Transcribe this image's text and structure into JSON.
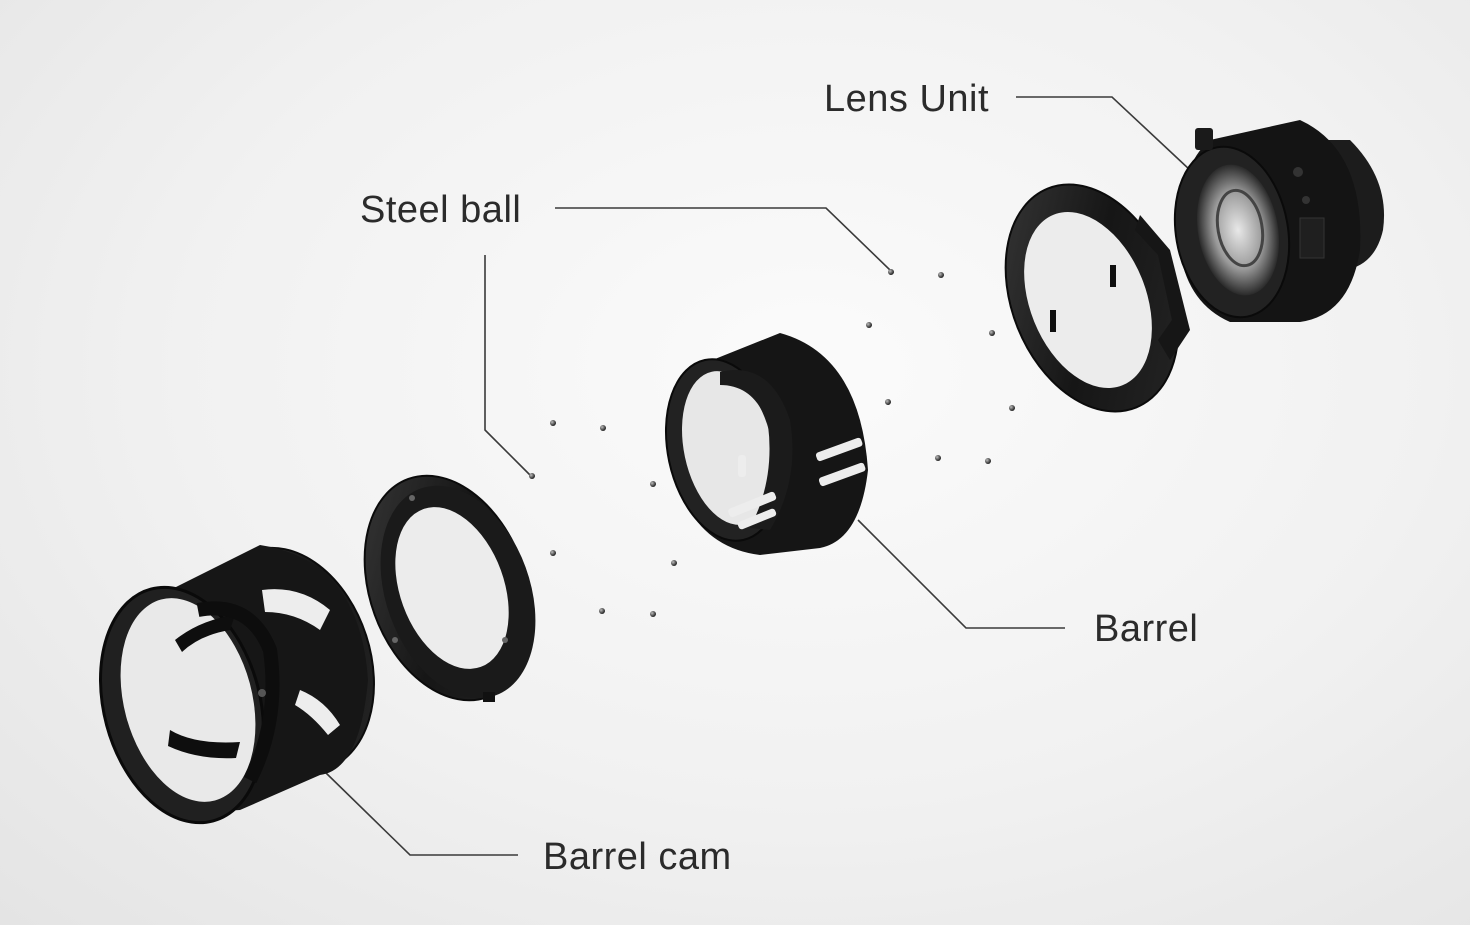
{
  "labels": {
    "lens_unit": "Lens Unit",
    "steel_ball": "Steel ball",
    "barrel": "Barrel",
    "barrel_cam": "Barrel cam"
  },
  "colors": {
    "part_dark": "#141414",
    "part_mid": "#262626",
    "part_edge": "#3c3c3c",
    "leader_line": "#3a3a3a",
    "label_text": "#2b2b2b"
  }
}
